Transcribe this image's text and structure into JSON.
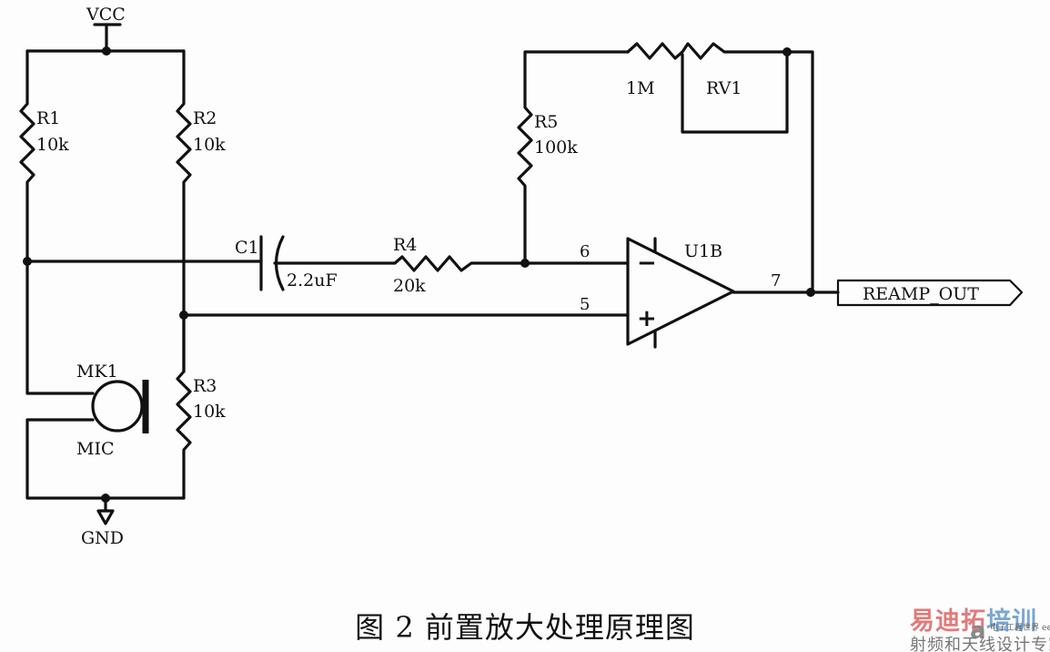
{
  "diagram": {
    "type": "circuit-schematic",
    "power": {
      "vcc_label": "VCC",
      "gnd_label": "GND"
    },
    "components": {
      "r1": {
        "ref": "R1",
        "value": "10k"
      },
      "r2": {
        "ref": "R2",
        "value": "10k"
      },
      "r3": {
        "ref": "R3",
        "value": "10k"
      },
      "r4": {
        "ref": "R4",
        "value": "20k"
      },
      "r5": {
        "ref": "R5",
        "value": "100k"
      },
      "rv1": {
        "ref": "RV1",
        "value": "1M"
      },
      "c1": {
        "ref": "C1",
        "value": "2.2uF"
      },
      "mk1": {
        "ref": "MK1",
        "value": "MIC"
      },
      "u1b": {
        "ref": "U1B",
        "minus": "−",
        "plus": "+"
      }
    },
    "pins": {
      "inverting": "6",
      "non_inverting": "5",
      "output": "7"
    },
    "port": {
      "label": "REAMP_OUT"
    }
  },
  "caption": "图 2  前置放大处理原理图",
  "watermark": {
    "top_a": "易迪拓",
    "top_b": "培训",
    "logo": "a",
    "small": "电子工程世界 eeworld.com.cn",
    "bottom": "射频和天线设计专家"
  }
}
